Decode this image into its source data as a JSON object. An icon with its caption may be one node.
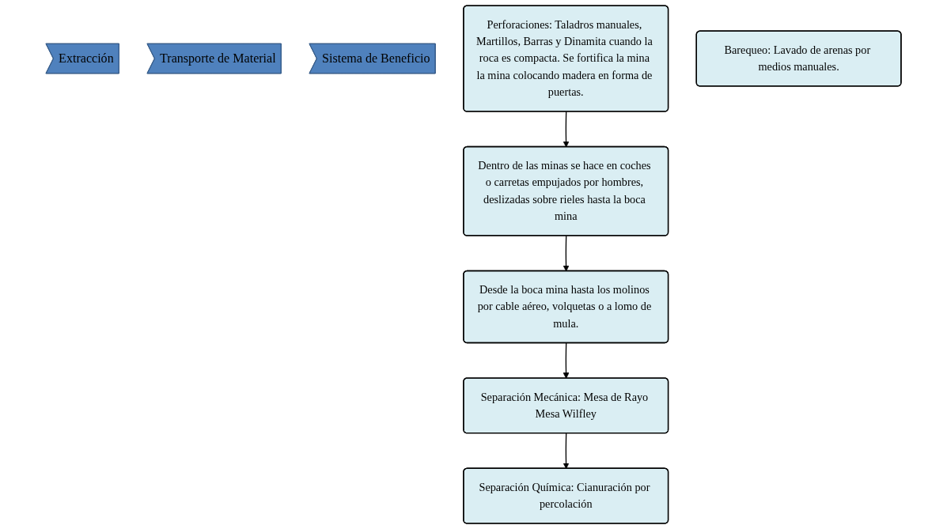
{
  "diagram": {
    "nodes": [
      {
        "text": [
          "Extracción"
        ]
      },
      {
        "text": [
          "Transporte de Material"
        ]
      },
      {
        "text": [
          "Sistema de Beneficio"
        ]
      },
      {
        "text": [
          "Perforaciones: Taladros manuales, Martillos, Barras y Dinamita cuando la roca es compacta. Se fortifica la mina la mina colocando madera en forma de puertas."
        ]
      },
      {
        "text": [
          "Dentro de las minas se hace en coches o carretas empujados por hombres, deslizadas sobre rieles hasta la boca mina"
        ]
      },
      {
        "text": [
          "Desde la boca mina hasta los molinos por cable aéreo, volquetas o a lomo de mula."
        ]
      },
      {
        "text": [
          "Separación Mecánica: Mesa de Rayo Mesa Wilfley"
        ]
      },
      {
        "text": [
          "Separación Química: Cianuración por percolación"
        ]
      },
      {
        "text": [
          "Barequeo: Lavado de arenas por medios manuales."
        ]
      }
    ],
    "edges": [
      {
        "from": 3,
        "to": 4,
        "arrow": "to"
      },
      {
        "from": 4,
        "to": 5,
        "arrow": "to"
      },
      {
        "from": 5,
        "to": 6,
        "arrow": "to"
      },
      {
        "from": 6,
        "to": 7,
        "arrow": "to"
      }
    ]
  }
}
